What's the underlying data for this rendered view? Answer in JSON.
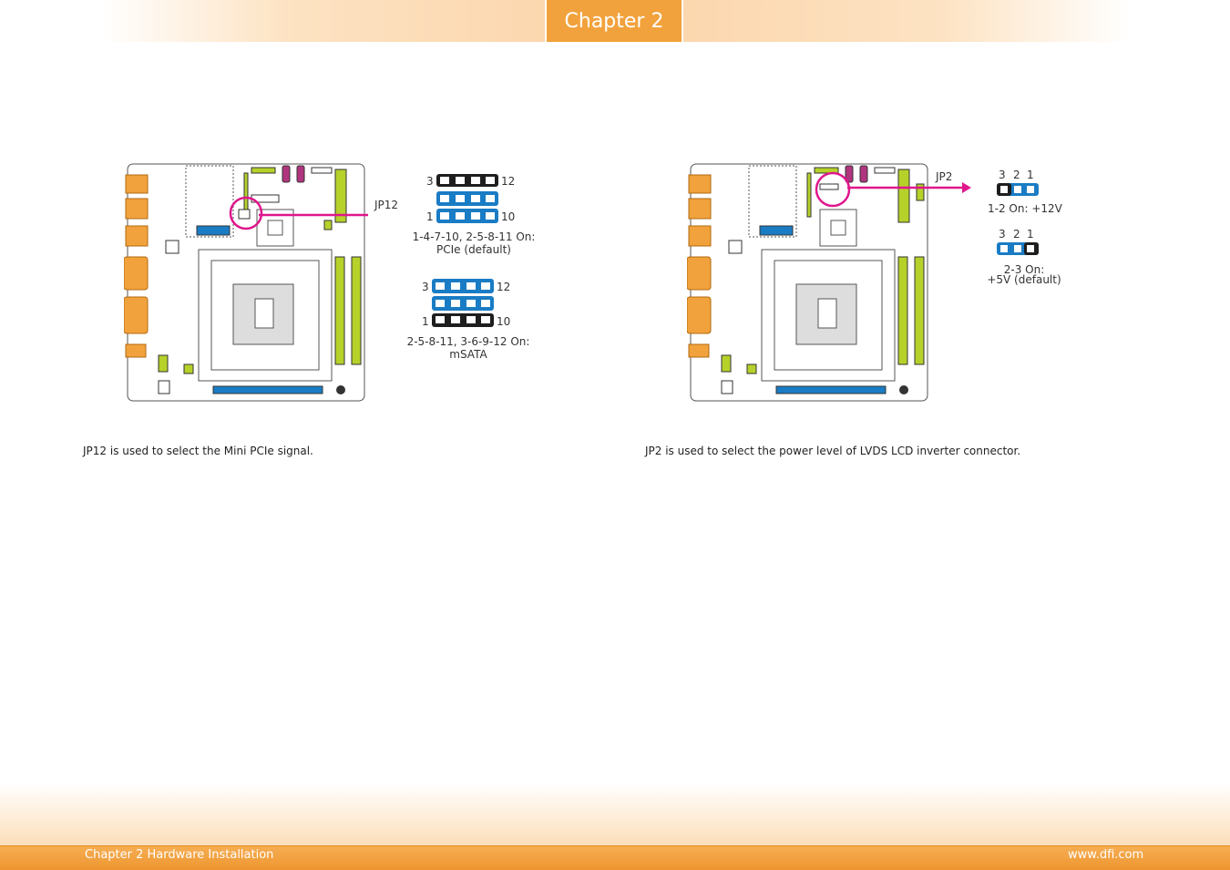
{
  "header": {
    "chapter_tab": "Chapter 2"
  },
  "left": {
    "connector_label": "JP12",
    "pins": {
      "p3": "3",
      "p12": "12",
      "p1": "1",
      "p10": "10"
    },
    "setting1_line1": "1-4-7-10, 2-5-8-11 On:",
    "setting1_line2": "PCIe (default)",
    "setting2_line1": "2-5-8-11, 3-6-9-12  On:",
    "setting2_line2": "mSATA",
    "description": "JP12 is used to select the Mini PCIe signal."
  },
  "right": {
    "connector_label": "JP2",
    "pins": {
      "p3": "3",
      "p2": "2",
      "p1": "1"
    },
    "setting1": "1-2 On: +12V",
    "setting2_line1": "2-3 On:",
    "setting2_line2": "+5V (default)",
    "description": "JP2 is used to select the power level of LVDS LCD inverter connector."
  },
  "footer": {
    "left_text": "Chapter 2 Hardware Installation",
    "right_text": "www.dfi.com"
  },
  "colors": {
    "accent_orange": "#f2a23c",
    "arrow_magenta": "#e0168c",
    "jumper_blue": "#1a7cc4",
    "jumper_black": "#1e1e1e",
    "dimm_green": "#b6d12a"
  }
}
